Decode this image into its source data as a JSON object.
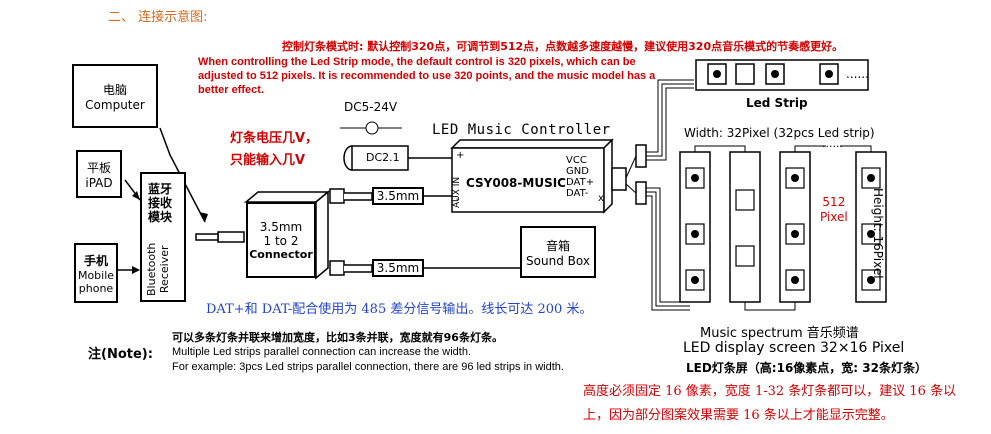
{
  "section_title": "二、 连接示意图:",
  "red_notes": {
    "title_zh": "控制灯条模式时: 默认控制320点，可调节到512点，点数越多速度越慢，建议使用320点音乐模式的节奏感更好。",
    "desc_en": "When controlling the Led Strip mode, the default control is 320 pixels, which can be adjusted to 512 pixels. It is recommended to use 320 points, and the music model has a better effect.",
    "voltage_line1": "灯条电压几V，",
    "voltage_line2": "只能输入几V"
  },
  "devices": {
    "computer": {
      "zh": "电脑",
      "en": "Computer"
    },
    "ipad": {
      "zh": "平板",
      "en": "iPAD"
    },
    "phone": {
      "zh": "手机",
      "en1": "Mobile",
      "en2": "phone"
    },
    "bluetooth": {
      "zh1": "蓝牙",
      "zh2": "接收",
      "zh3": "模块",
      "en1": "Bluetooth",
      "en2": "Receiver"
    },
    "connector": {
      "line1": "3.5mm",
      "line2": "1 to 2",
      "line3": "Connector"
    },
    "sound_box": {
      "zh": "音箱",
      "en": "Sound Box"
    }
  },
  "controller": {
    "label": "LED Music Controller",
    "model": "CSY008-MUSIC",
    "power": "DC5-24V",
    "dc_plug": "DC2.1",
    "aux": "AUX IN",
    "plus": "+",
    "minus": "-",
    "pins": [
      "VCC",
      "GND",
      "DAT+",
      "DAT-"
    ],
    "x_mark": "x",
    "cable1": "3.5mm",
    "cable2": "3.5mm"
  },
  "led": {
    "strip_label": "Led Strip",
    "width_label": "Width: 32Pixel  (32pcs Led strip)",
    "height_label": "Height: 16Pixel",
    "px512_line1": "512",
    "px512_line2": "Pixel",
    "dots": "......"
  },
  "blue_note": "DAT+和 DAT-配合使用为 485 差分信号输出。线长可达 200 米。",
  "note": {
    "label": "注(Note):",
    "zh": "可以多条灯条并联来增加宽度，比如3条并联，宽度就有96条灯条。",
    "en1": "Multiple Led strips parallel connection can increase the width.",
    "en2": "For example: 3pcs Led strips parallel connection, there are 96 led strips in width."
  },
  "music_spectrum": {
    "line1": "Music spectrum  音乐频谱",
    "line2": "LED display screen 32×16 Pixel",
    "line3": "LED灯条屏（高:16像素点，宽: 32条灯条）"
  },
  "bottom_red": "高度必须固定 16 像素，宽度 1-32 条灯条都可以，建议 16 条以上，因为部分图案效果需要 16 条以上才能显示完整。"
}
